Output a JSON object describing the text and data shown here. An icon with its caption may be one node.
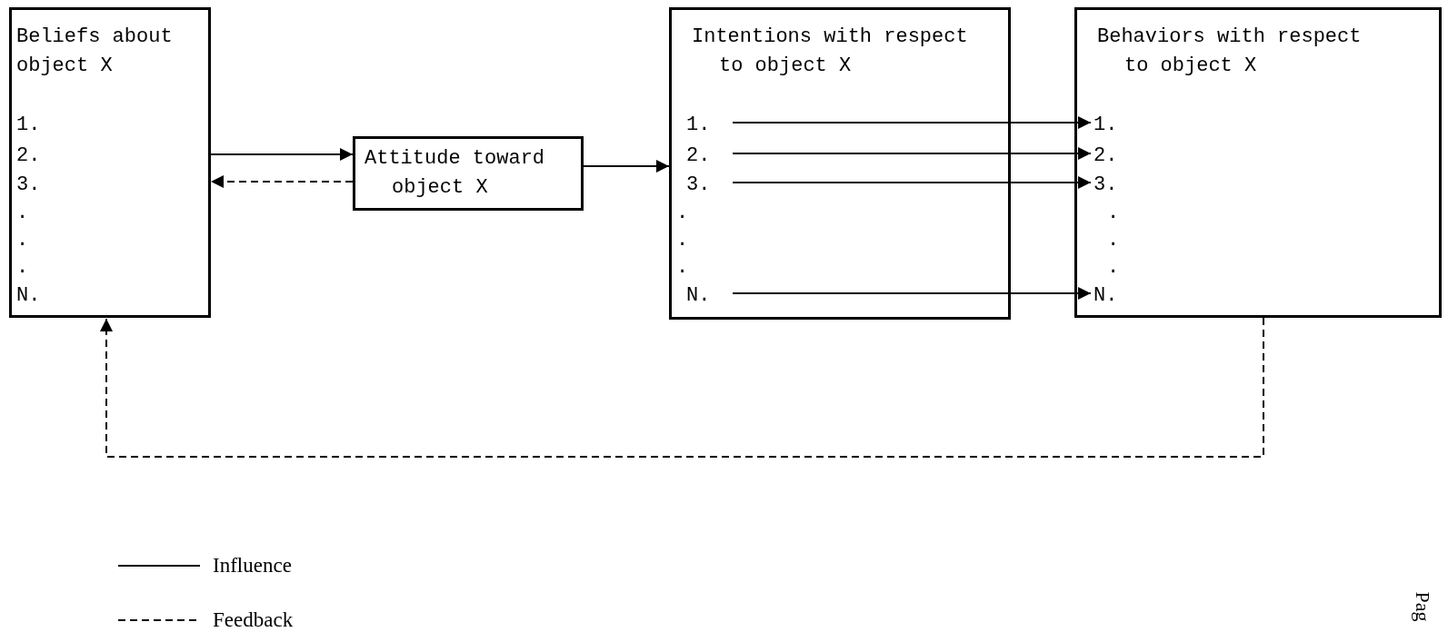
{
  "diagram": {
    "nodes": [
      {
        "text": [
          "Beliefs about object X",
          "1.",
          "2.",
          "3.",
          ".",
          ".",
          ".",
          "N."
        ]
      },
      {
        "text": [
          "Attitude toward object X"
        ]
      },
      {
        "text": [
          "Intentions with respect to object X",
          ".",
          ".",
          "."
        ]
      },
      {
        "text": [
          "1."
        ],
        "in": 2
      },
      {
        "text": [
          "2."
        ],
        "in": 2
      },
      {
        "text": [
          "3."
        ],
        "in": 2
      },
      {
        "text": [
          "N."
        ],
        "in": 2
      },
      {
        "text": [
          "Behaviors with respect to object X",
          ".",
          ".",
          "."
        ]
      },
      {
        "text": [
          "1."
        ],
        "in": 7
      },
      {
        "text": [
          "2."
        ],
        "in": 7
      },
      {
        "text": [
          "3."
        ],
        "in": 7
      },
      {
        "text": [
          "N."
        ],
        "in": 7
      }
    ],
    "edges": [
      {
        "from": 0,
        "to": 1,
        "arrow": "to"
      },
      {
        "from": 1,
        "to": 0,
        "arrow": "to",
        "style": "dashed"
      },
      {
        "from": 1,
        "to": 2,
        "arrow": "to"
      },
      {
        "from": 3,
        "to": 8,
        "arrow": "to"
      },
      {
        "from": 4,
        "to": 9,
        "arrow": "to"
      },
      {
        "from": 5,
        "to": 10,
        "arrow": "to"
      },
      {
        "from": 6,
        "to": 11,
        "arrow": "to"
      },
      {
        "from": 7,
        "to": 0,
        "arrow": "to",
        "style": "dashed"
      }
    ],
    "labels": [
      "Pag"
    ],
    "legend": [
      {
        "text": "Influence"
      },
      {
        "text": "Feedback"
      }
    ]
  }
}
